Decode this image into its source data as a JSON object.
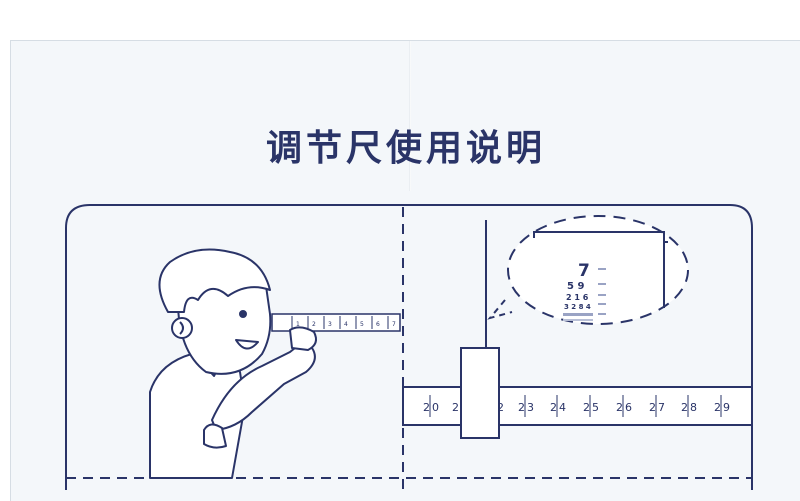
{
  "document": {
    "title": "调节尺使用说明"
  },
  "eye_chart": {
    "rows": [
      "7",
      "5 9",
      "2 1 6",
      "3 2 8 4"
    ]
  },
  "hand_ruler": {
    "ticks": [
      "1",
      "2",
      "3",
      "4",
      "5",
      "6",
      "7"
    ]
  },
  "slide_ruler": {
    "ticks": [
      "2|0",
      "2",
      "2|3",
      "2|4",
      "2|5",
      "2|6",
      "2|7",
      "2|8",
      "2|9"
    ]
  },
  "colors": {
    "ink": "#2a3468",
    "paper": "#f4f7fa"
  }
}
